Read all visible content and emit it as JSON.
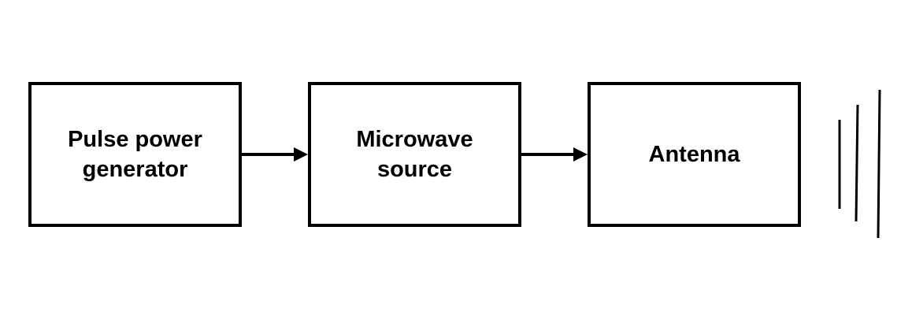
{
  "blocks": [
    {
      "id": "pulse-power-generator",
      "label": "Pulse power\ngenerator"
    },
    {
      "id": "microwave-source",
      "label": "Microwave\nsource"
    },
    {
      "id": "antenna",
      "label": "Antenna"
    }
  ],
  "connections": [
    {
      "from": "pulse-power-generator",
      "to": "microwave-source"
    },
    {
      "from": "microwave-source",
      "to": "antenna"
    }
  ],
  "radiation_symbol": {
    "lines": 3
  },
  "colors": {
    "stroke": "#000000",
    "background": "#ffffff"
  }
}
